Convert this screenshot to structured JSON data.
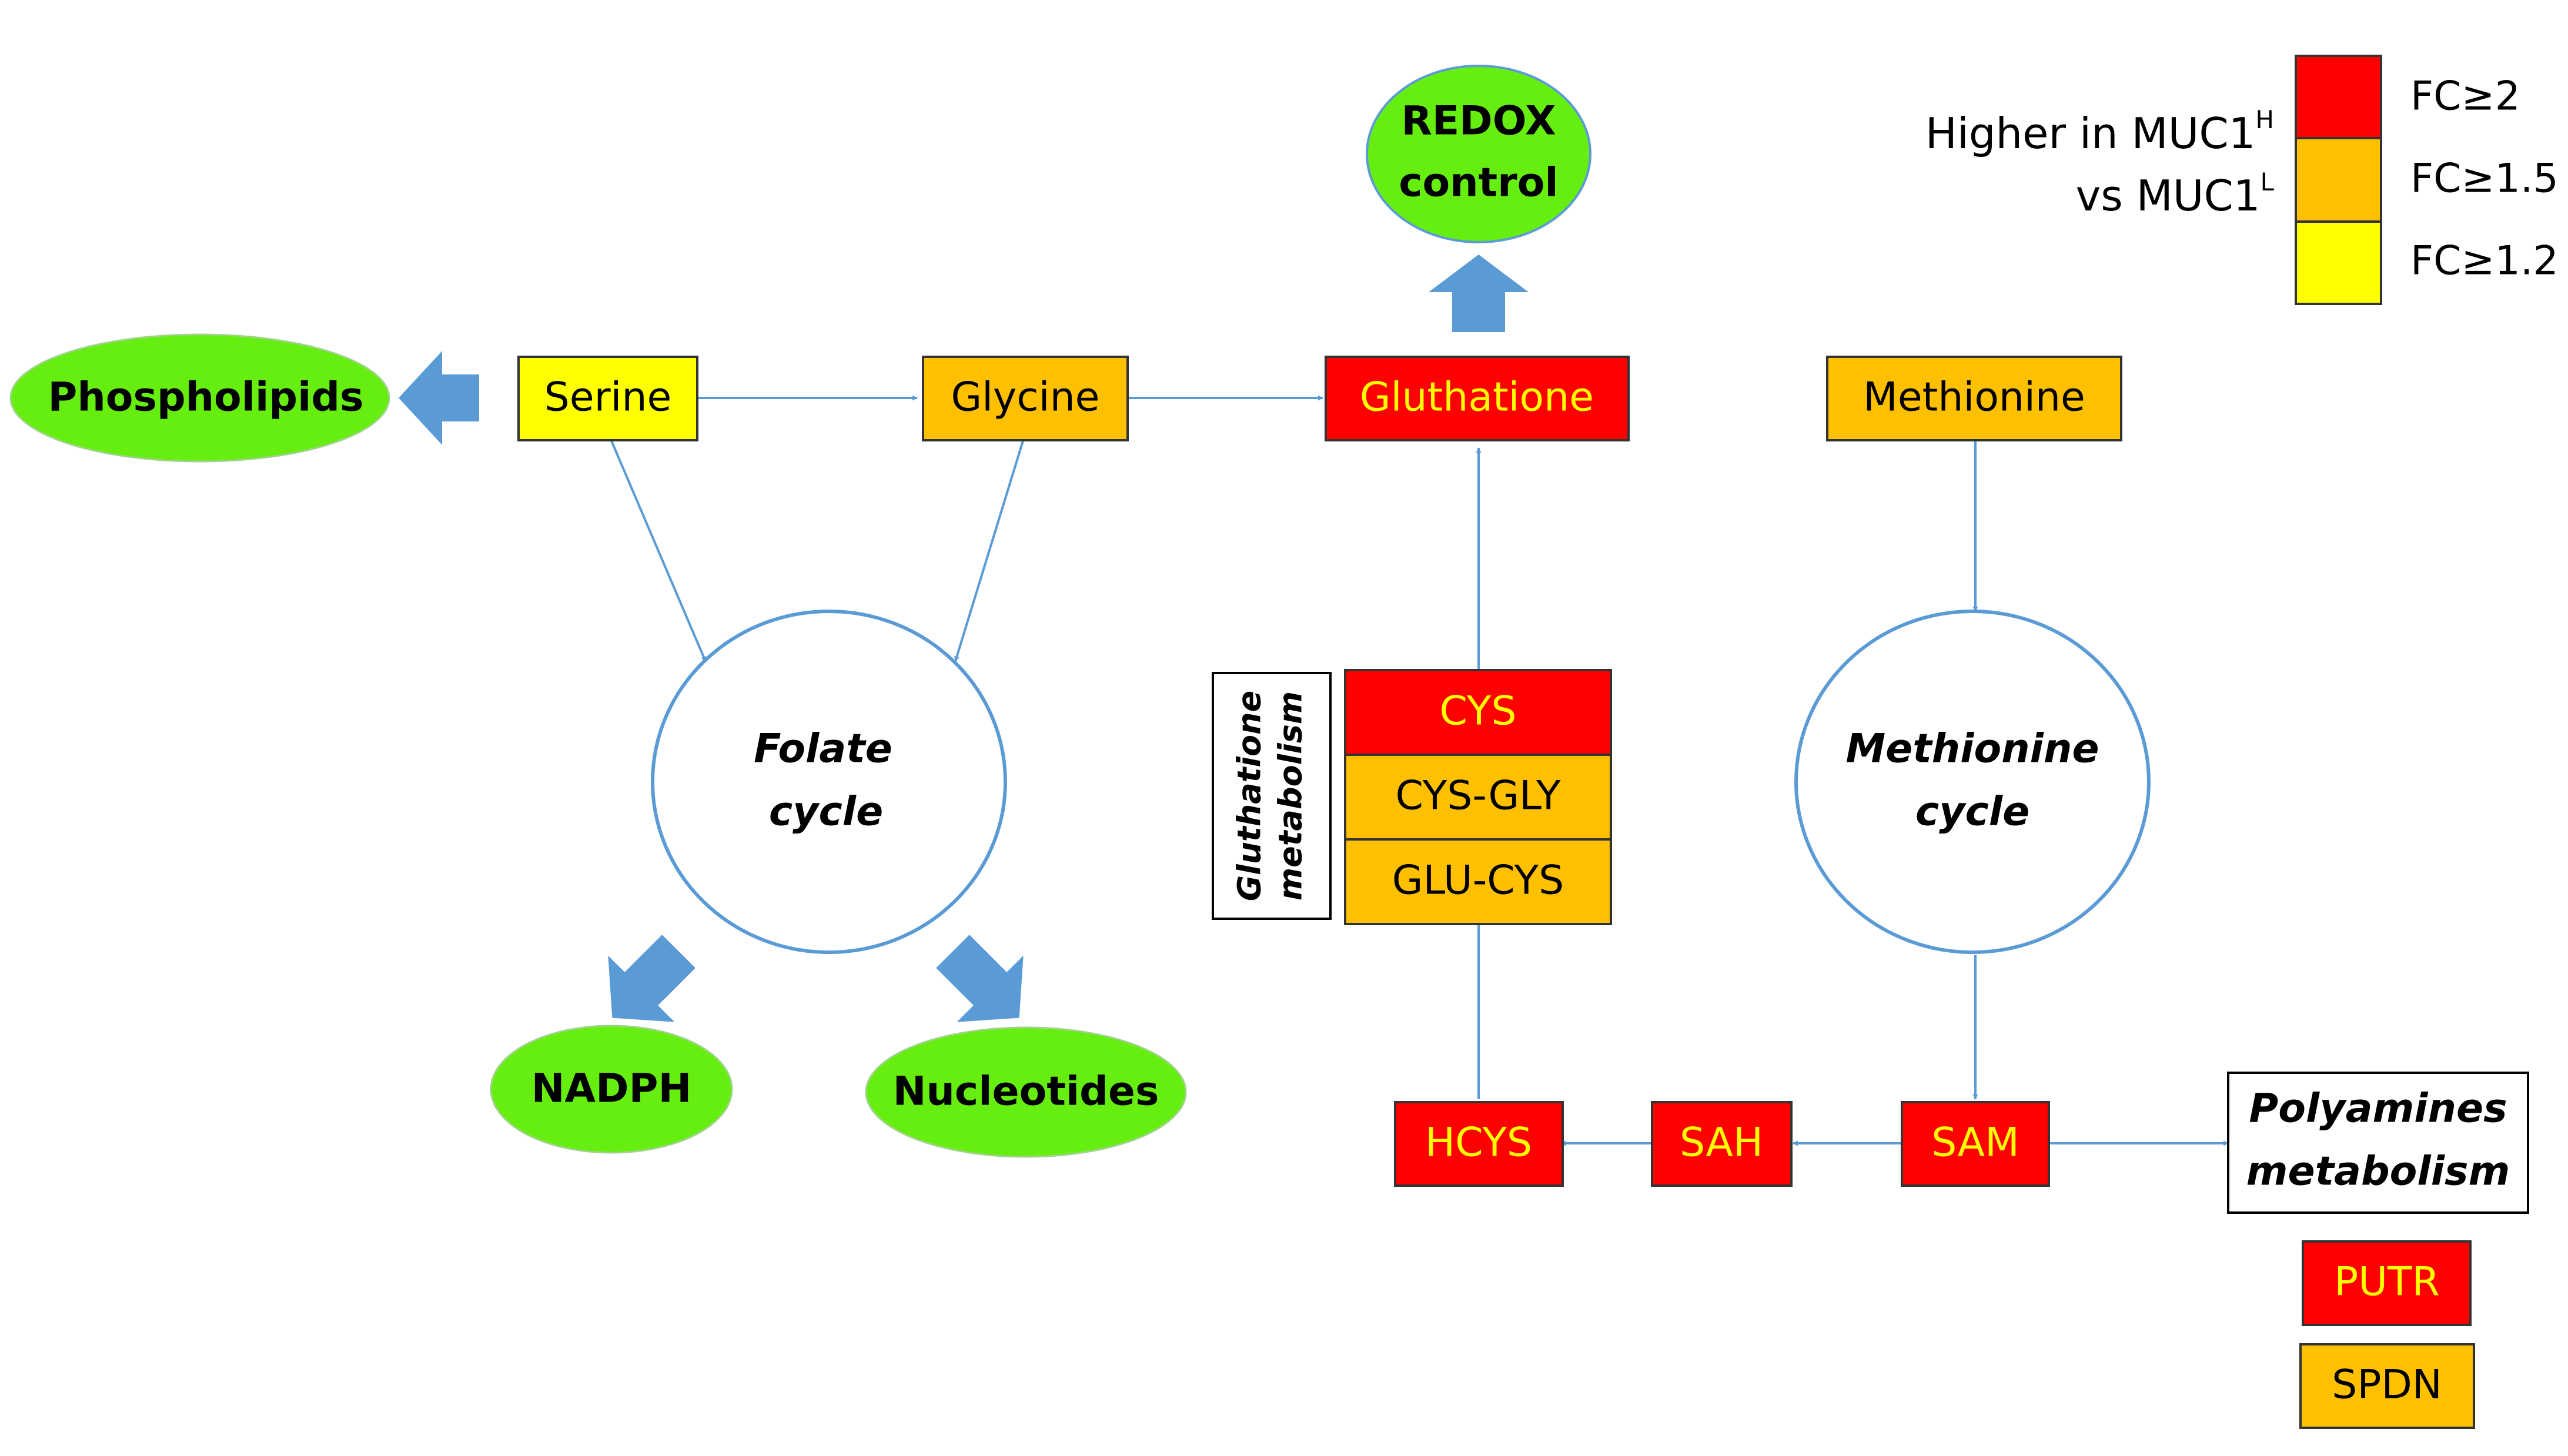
{
  "colors": {
    "fc_ge_2": "#ff0000",
    "fc_ge_1_5": "#ffc000",
    "fc_ge_1_2": "#ffff00",
    "output_green": "#66ee11",
    "arrow_blue": "#5b9bd5",
    "cycle_stroke": "#5b9bd5",
    "text_yellow": "#ffff00",
    "text_black": "#000000"
  },
  "legend": {
    "title_line1": "Higher in MUC1",
    "title_line1_sup": "H",
    "title_line2": "vs MUC1",
    "title_line2_sup": "L",
    "items": [
      {
        "label": "FC≥2",
        "color": "#ff0000"
      },
      {
        "label": "FC≥1.5",
        "color": "#ffc000"
      },
      {
        "label": "FC≥1.2",
        "color": "#ffff00"
      }
    ]
  },
  "metabolites": {
    "serine": "Serine",
    "glycine": "Glycine",
    "gluthatione": "Gluthatione",
    "methionine": "Methionine",
    "cys": "CYS",
    "cys_gly": "CYS-GLY",
    "glu_cys": "GLU-CYS",
    "hcys": "HCYS",
    "sah": "SAH",
    "sam": "SAM",
    "putr": "PUTR",
    "spdn": "SPDN"
  },
  "outputs": {
    "phospholipids": "Phospholipids",
    "redox_line1": "REDOX",
    "redox_line2": "control",
    "nadph": "NADPH",
    "nucleotides": "Nucleotides"
  },
  "cycles": {
    "folate_line1": "Folate",
    "folate_line2": "cycle",
    "methionine_line1": "Methionine",
    "methionine_line2": "cycle"
  },
  "pathways": {
    "gluthatione_metabolism_line1": "Gluthatione",
    "gluthatione_metabolism_line2": "metabolism",
    "polyamines_line1": "Polyamines",
    "polyamines_line2": "metabolism"
  }
}
